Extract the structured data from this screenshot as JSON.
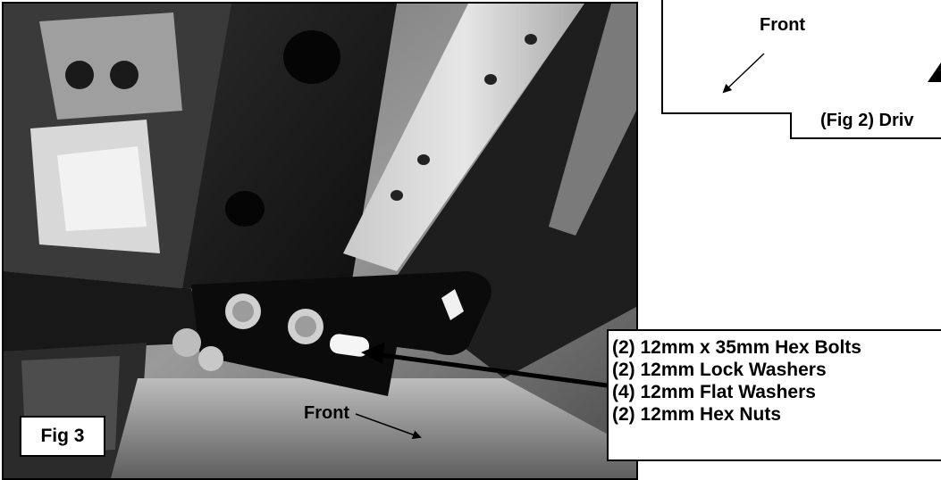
{
  "figure3": {
    "label": "Fig 3",
    "front_label": "Front"
  },
  "figure2": {
    "front_label": "Front",
    "caption": "(Fig 2) Driv"
  },
  "hardware": {
    "items": [
      "(2) 12mm x 35mm Hex Bolts",
      "(2) 12mm Lock Washers",
      "(4) 12mm Flat Washers",
      "(2) 12mm Hex Nuts"
    ]
  }
}
